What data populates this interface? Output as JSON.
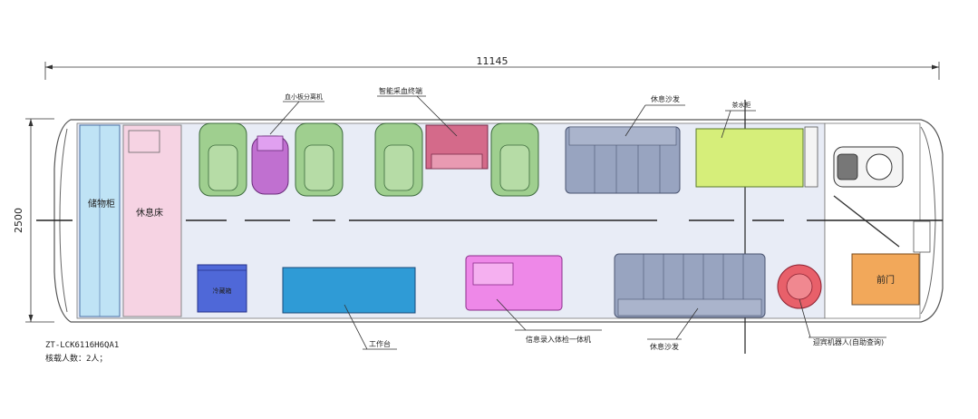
{
  "dimensions": {
    "length": "11145",
    "width": "2500"
  },
  "labels": {
    "cabinet": "储物柜",
    "bed": "休息床",
    "platelet_machine": "血小板分离机",
    "blood_terminal": "智能采血终端",
    "sofa_top": "休息沙发",
    "tea_table": "茶水柜",
    "fridge": "冷藏箱",
    "workbench": "工作台",
    "info_machine": "信息录入体检一体机",
    "sofa_bottom": "休息沙发",
    "front_door": "前门",
    "robot": "迎宾机器人(自助查询)"
  },
  "model": {
    "code": "ZT-LCK6116H6QA1",
    "capacity": "核载人数：2人；"
  },
  "colors": {
    "cabinet": "#bfe3f5",
    "bed": "#f6d3e3",
    "chair": "#9fcf8f",
    "platelet": "#c070d0",
    "terminal": "#d46a8a",
    "sofa": "#98a4c0",
    "tea": "#d6ee7a",
    "fridge": "#4f68d8",
    "workbench": "#2f9bd6",
    "info": "#ee88e8",
    "door": "#f2a85a",
    "robot": "#e8606a",
    "floor": "#e8ecf6"
  }
}
